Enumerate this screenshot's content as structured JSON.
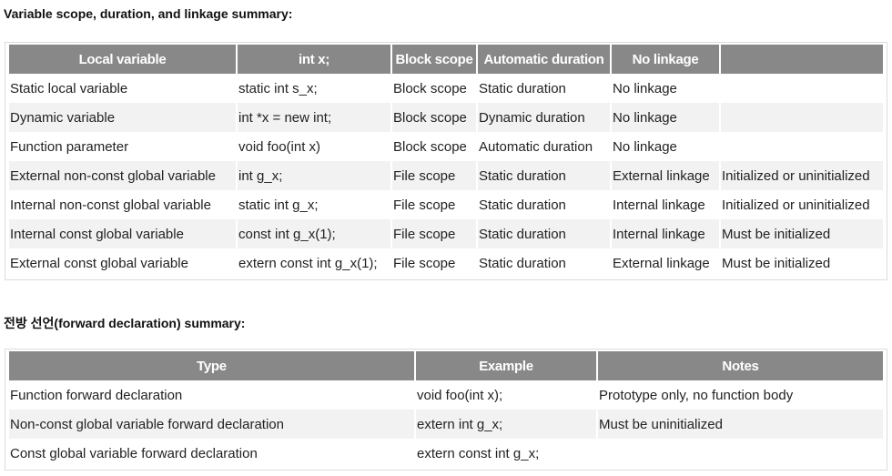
{
  "section1": {
    "heading": "Variable scope, duration, and linkage summary:",
    "headers": [
      "Local variable",
      "int x;",
      "Block scope",
      "Automatic duration",
      "No linkage",
      ""
    ],
    "rows": [
      [
        "Static local variable",
        "static int s_x;",
        "Block scope",
        "Static duration",
        "No linkage",
        ""
      ],
      [
        "Dynamic variable",
        "int *x = new int;",
        "Block scope",
        "Dynamic duration",
        "No linkage",
        ""
      ],
      [
        "Function parameter",
        "void foo(int x)",
        "Block scope",
        "Automatic duration",
        "No linkage",
        ""
      ],
      [
        "External non-const global variable",
        "int g_x;",
        "File scope",
        "Static duration",
        "External linkage",
        "Initialized or uninitialized"
      ],
      [
        "Internal non-const global variable",
        "static int g_x;",
        "File scope",
        "Static duration",
        "Internal linkage",
        "Initialized or uninitialized"
      ],
      [
        "Internal const global variable",
        "const int g_x(1);",
        "File scope",
        "Static duration",
        "Internal linkage",
        "Must be initialized"
      ],
      [
        "External const global variable",
        "extern const int g_x(1);",
        "File scope",
        "Static duration",
        "External linkage",
        "Must be initialized"
      ]
    ]
  },
  "section2": {
    "heading": "전방 선언(forward declaration) summary:",
    "headers": [
      "Type",
      "Example",
      "Notes"
    ],
    "rows": [
      [
        "Function forward declaration",
        "void foo(int x);",
        "Prototype only, no function body"
      ],
      [
        "Non-const global variable forward declaration",
        "extern int g_x;",
        "Must be uninitialized"
      ],
      [
        "Const global variable forward declaration",
        "extern const int g_x;",
        ""
      ]
    ]
  }
}
